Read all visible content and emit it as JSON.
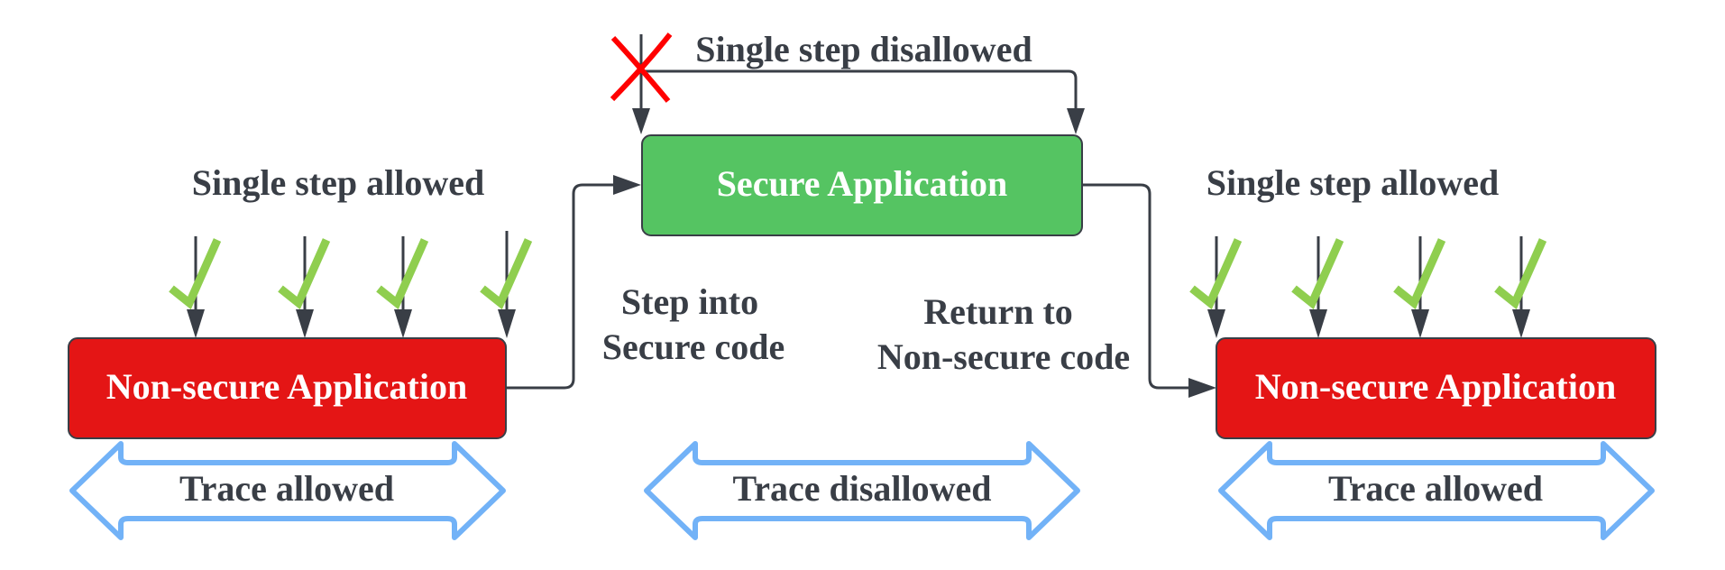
{
  "diagram": {
    "title_loop": "Single step disallowed",
    "nodes": {
      "left": {
        "label": "Non-secure Application",
        "color": "#e41515"
      },
      "secure": {
        "label": "Secure Application",
        "color": "#55c462"
      },
      "right": {
        "label": "Non-secure Application",
        "color": "#e41515"
      }
    },
    "labels": {
      "left_single_step": "Single step allowed",
      "right_single_step": "Single step allowed",
      "step_into_line1": "Step into",
      "step_into_line2": "Secure code",
      "return_line1": "Return to",
      "return_line2": "Non-secure code"
    },
    "trace": {
      "left": "Trace allowed",
      "middle": "Trace disallowed",
      "right": "Trace allowed"
    },
    "colors": {
      "text": "#393e46",
      "check": "#8fce4f",
      "cross": "#ff0000",
      "trace_outline": "#72b2f7"
    },
    "left_step_arrows": 4,
    "right_step_arrows": 4
  }
}
